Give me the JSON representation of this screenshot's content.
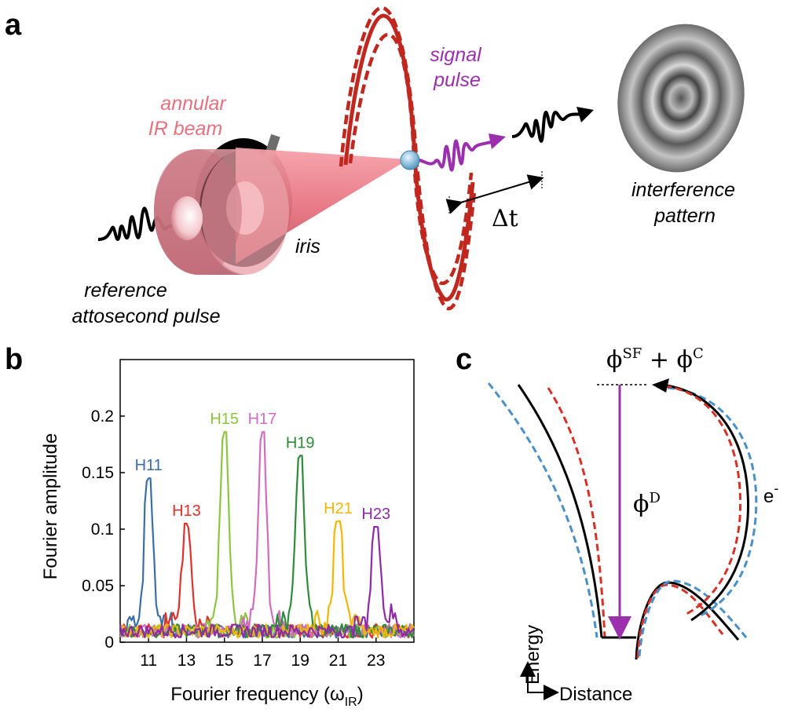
{
  "panel_a": {
    "letter": "a",
    "annular_beam_label": [
      "annular",
      "IR beam"
    ],
    "iris_label": "iris",
    "reference_label": [
      "reference",
      "attosecond pulse"
    ],
    "signal_label": [
      "signal",
      "pulse"
    ],
    "delay_label": "Δt",
    "pattern_label": [
      "interference",
      "pattern"
    ],
    "colors": {
      "beam": "#e8707e",
      "signal": "#9b2fae",
      "ir_field": "#c0281f"
    }
  },
  "panel_b": {
    "letter": "b",
    "xlabel": "Fourier frequency (ω",
    "xlabel_sub": "IR",
    "xlabel_close": ")",
    "ylabel": "Fourier amplitude"
  },
  "panel_c": {
    "letter": "c",
    "phi_sf": "ϕ",
    "phi_sf_sup": "SF",
    "phi_plus": " + ϕ",
    "phi_c_sup": "C",
    "phi_d": "ϕ",
    "phi_d_sup": "D",
    "electron": "e",
    "electron_sup": "-",
    "axis_energy": "Energy",
    "axis_distance": "Distance",
    "colors": {
      "solid": "#000000",
      "dashed_red": "#d73027",
      "dashed_blue": "#4a90c8",
      "arrow": "#9b2fae"
    }
  },
  "chart_data": {
    "type": "line",
    "title": "",
    "xlabel": "Fourier frequency (ωIR)",
    "ylabel": "Fourier amplitude",
    "xlim": [
      9.5,
      25
    ],
    "ylim": [
      0,
      0.25
    ],
    "x_ticks": [
      11,
      13,
      15,
      17,
      19,
      21,
      23
    ],
    "y_ticks": [
      0,
      0.05,
      0.1,
      0.15,
      0.2
    ],
    "y_tick_labels": [
      "0",
      "0.05",
      "0.1",
      "0.15",
      "0.2"
    ],
    "series": [
      {
        "name": "H11",
        "color": "#3b6ea5",
        "peak_x": 11.0,
        "peak_y": 0.145
      },
      {
        "name": "H13",
        "color": "#e0312a",
        "peak_x": 13.0,
        "peak_y": 0.105
      },
      {
        "name": "H15",
        "color": "#8cc63f",
        "peak_x": 15.0,
        "peak_y": 0.186
      },
      {
        "name": "H17",
        "color": "#d26cc1",
        "peak_x": 17.0,
        "peak_y": 0.186
      },
      {
        "name": "H19",
        "color": "#2e8b3a",
        "peak_x": 19.0,
        "peak_y": 0.165
      },
      {
        "name": "H21",
        "color": "#f2b705",
        "peak_x": 21.0,
        "peak_y": 0.107
      },
      {
        "name": "H23",
        "color": "#8e2aa8",
        "peak_x": 23.0,
        "peak_y": 0.102
      }
    ]
  }
}
